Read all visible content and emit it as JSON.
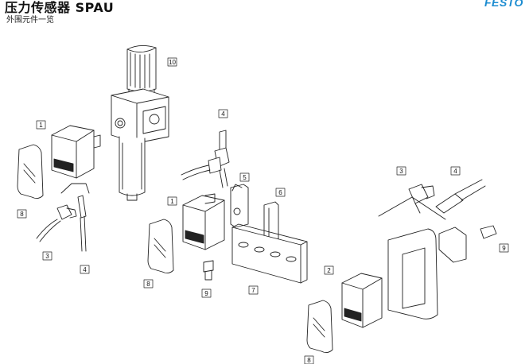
{
  "header": {
    "title": "压力传感器 SPAU",
    "subtitle": "外围元件一览",
    "logo_text": "FESTO"
  },
  "callouts": {
    "c10": "10",
    "c1a": "1",
    "c8a": "8",
    "c3a": "3",
    "c4a": "4",
    "c4b": "4",
    "c1b": "1",
    "c5": "5",
    "c6": "6",
    "c8b": "8",
    "c9a": "9",
    "c7": "7",
    "c3b": "3",
    "c4c": "4",
    "c9b": "9",
    "c2": "2",
    "c8c": "8"
  },
  "colors": {
    "brand": "#1a8bd0",
    "line": "#222222"
  }
}
